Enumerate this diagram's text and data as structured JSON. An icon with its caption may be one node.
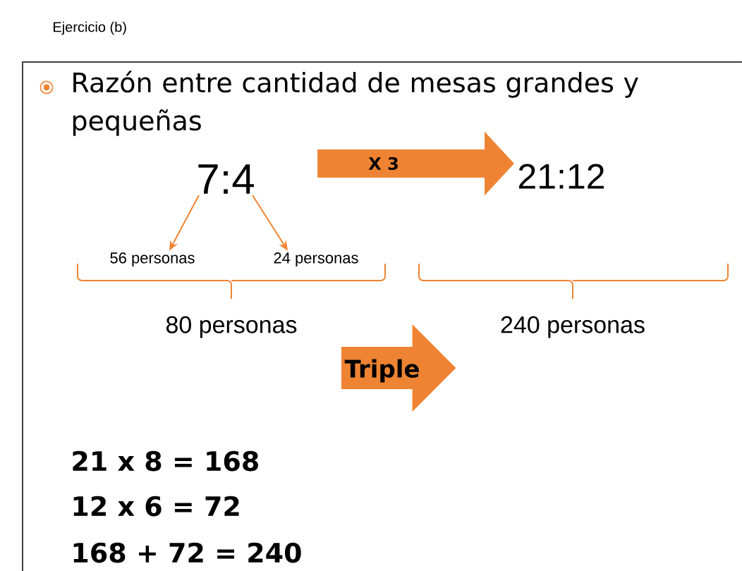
{
  "diagram": {
    "title": "Ejercicio (b)",
    "nodes": [
      {
        "text": [
          "7:4"
        ]
      },
      {
        "text": [
          "56 personas"
        ]
      },
      {
        "text": [
          "24 personas"
        ]
      },
      {
        "text": [
          "21:12"
        ]
      },
      {
        "text": [
          "80 personas"
        ]
      },
      {
        "text": [
          "240 personas"
        ]
      }
    ],
    "edges": [
      {
        "from": 0,
        "to": 1,
        "arrow": "to"
      },
      {
        "from": 0,
        "to": 2,
        "arrow": "to"
      },
      {
        "from": 0,
        "to": 3,
        "arrow": "to",
        "label": "X 3",
        "style": "thick"
      },
      {
        "from": 4,
        "to": 5,
        "arrow": "to",
        "label": "Triple",
        "style": "thick"
      }
    ],
    "labels": [
      "Razón entre cantidad de mesas grandes y pequeñas",
      "21 x 8 = 168",
      "12 x 6 = 72",
      "168 + 72 = 240"
    ]
  }
}
